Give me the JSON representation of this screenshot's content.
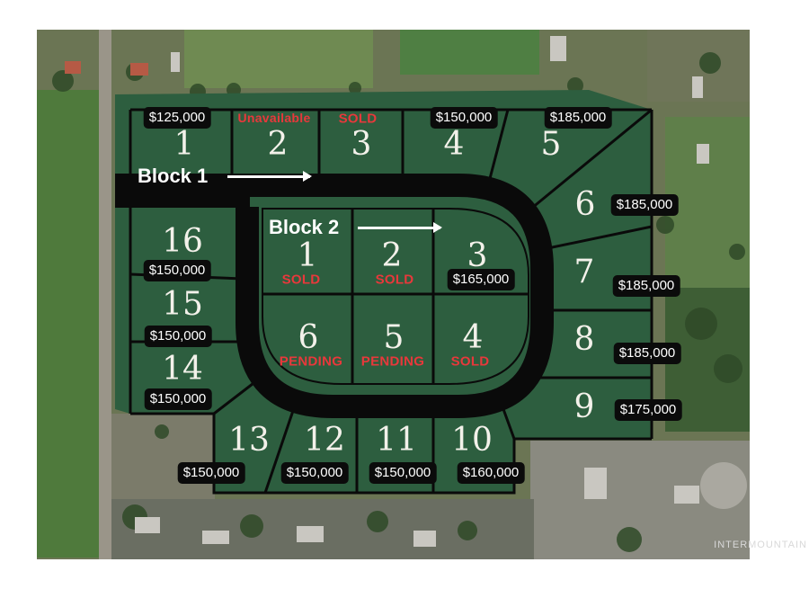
{
  "map": {
    "type": "subdivision-lot-plat",
    "watermark": "INTERMOUNTAIN",
    "colors": {
      "lot_fill": "#2d5e3f",
      "road": "#0a0a0a",
      "price_tag_bg": "#0b0b0b",
      "status_text": "#e8383b",
      "lot_number": "#f3f1ea"
    },
    "blocks": [
      {
        "label": "Block 1",
        "lots": [
          {
            "number": "1",
            "price": "$125,000",
            "status": ""
          },
          {
            "number": "2",
            "price": "",
            "status": "Unavailable"
          },
          {
            "number": "3",
            "price": "",
            "status": "SOLD"
          },
          {
            "number": "4",
            "price": "$150,000",
            "status": ""
          },
          {
            "number": "5",
            "price": "$185,000",
            "status": ""
          },
          {
            "number": "6",
            "price": "$185,000",
            "status": ""
          },
          {
            "number": "7",
            "price": "$185,000",
            "status": ""
          },
          {
            "number": "8",
            "price": "$185,000",
            "status": ""
          },
          {
            "number": "9",
            "price": "$175,000",
            "status": ""
          },
          {
            "number": "10",
            "price": "$160,000",
            "status": ""
          },
          {
            "number": "11",
            "price": "$150,000",
            "status": ""
          },
          {
            "number": "12",
            "price": "$150,000",
            "status": ""
          },
          {
            "number": "13",
            "price": "$150,000",
            "status": ""
          },
          {
            "number": "14",
            "price": "$150,000",
            "status": ""
          },
          {
            "number": "15",
            "price": "$150,000",
            "status": ""
          },
          {
            "number": "16",
            "price": "$150,000",
            "status": ""
          }
        ]
      },
      {
        "label": "Block 2",
        "lots": [
          {
            "number": "1",
            "price": "",
            "status": "SOLD"
          },
          {
            "number": "2",
            "price": "",
            "status": "SOLD"
          },
          {
            "number": "3",
            "price": "$165,000",
            "status": ""
          },
          {
            "number": "4",
            "price": "",
            "status": "SOLD"
          },
          {
            "number": "5",
            "price": "",
            "status": "PENDING"
          },
          {
            "number": "6",
            "price": "",
            "status": "PENDING"
          }
        ]
      }
    ]
  }
}
